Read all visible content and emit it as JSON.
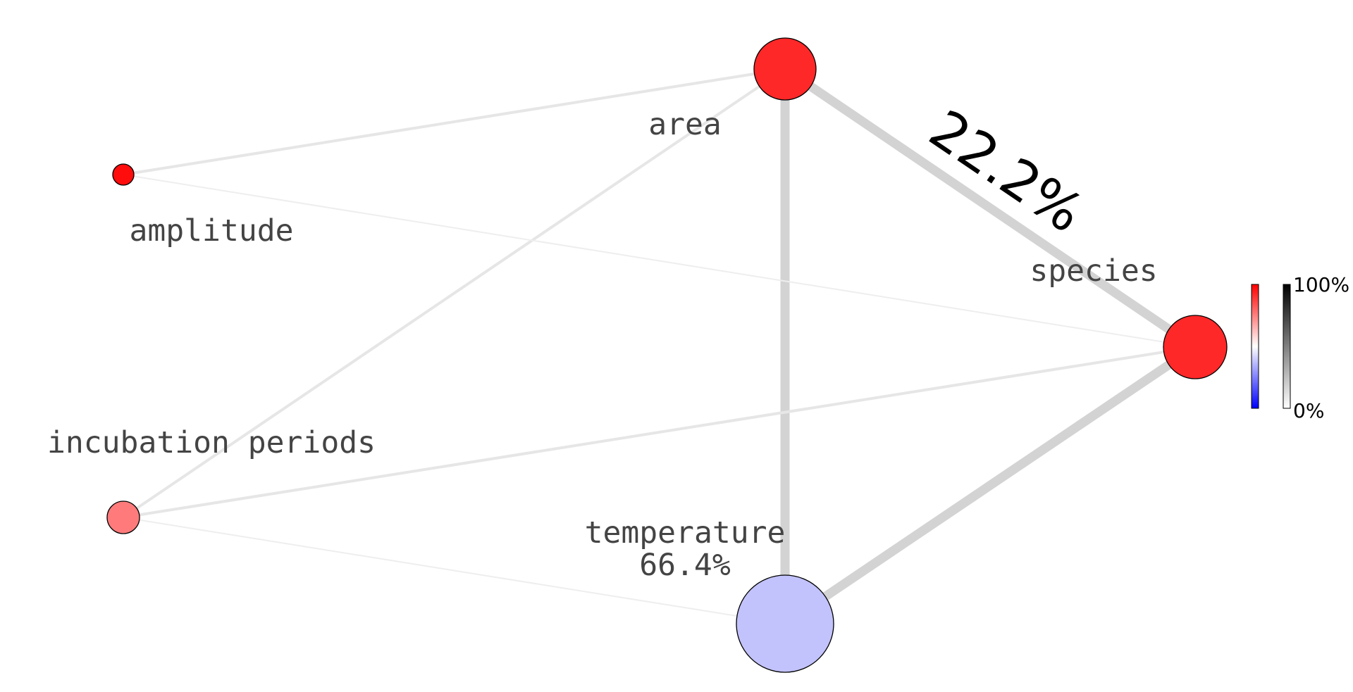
{
  "nodes": [
    {
      "id": "area",
      "label": "area",
      "value_label": "",
      "color": "#ff2828"
    },
    {
      "id": "amplitude",
      "label": "amplitude",
      "value_label": "",
      "color": "#ff0c0c"
    },
    {
      "id": "species",
      "label": "species",
      "value_label": "",
      "color": "#ff2828"
    },
    {
      "id": "incubation",
      "label": "incubation periods",
      "value_label": "",
      "color": "#ff7b7b"
    },
    {
      "id": "temperature",
      "label": "temperature",
      "value_label": "66.4%",
      "color": "#c2c2fc"
    }
  ],
  "edges": [
    {
      "source": "area",
      "target": "species",
      "weight": 0.222,
      "label": "22.2%"
    },
    {
      "source": "area",
      "target": "temperature",
      "weight": 0.2,
      "label": ""
    },
    {
      "source": "species",
      "target": "temperature",
      "weight": 0.22,
      "label": ""
    },
    {
      "source": "area",
      "target": "amplitude",
      "weight": 0.05,
      "label": ""
    },
    {
      "source": "area",
      "target": "incubation",
      "weight": 0.08,
      "label": ""
    },
    {
      "source": "amplitude",
      "target": "species",
      "weight": 0.03,
      "label": ""
    },
    {
      "source": "incubation",
      "target": "species",
      "weight": 0.06,
      "label": ""
    },
    {
      "source": "incubation",
      "target": "temperature",
      "weight": 0.01,
      "label": ""
    }
  ],
  "colorbars": {
    "node_scale": {
      "colors": [
        "#0000ff",
        "#ffffff",
        "#ff0000"
      ]
    },
    "edge_scale": {
      "colors": [
        "#ffffff",
        "#000000"
      ],
      "max_label": "100%",
      "min_label": "0%"
    }
  }
}
